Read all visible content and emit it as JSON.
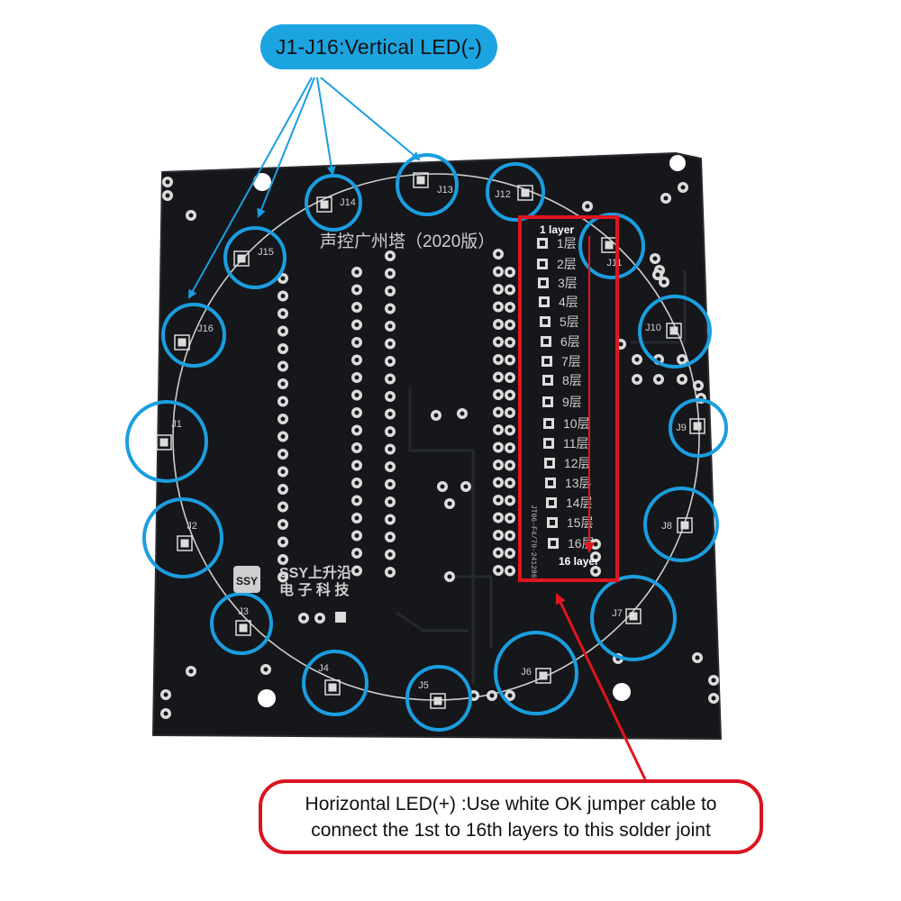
{
  "callouts": {
    "vertical": "J1-J16:Vertical LED(-)",
    "horizontal_line1": "Horizontal LED(+) :Use white OK jumper cable to",
    "horizontal_line2": "connect the 1st to 16th layers to this solder joint"
  },
  "board": {
    "title": "声控广州塔（2020版）",
    "brand_en": "SSY上升沿",
    "brand_cn": "电 子 科 技",
    "logo_mark": "SSY",
    "part_code": "JT06-F4/79-241286"
  },
  "jumpers": [
    "J1",
    "J2",
    "J3",
    "J4",
    "J5",
    "J6",
    "J7",
    "J8",
    "J9",
    "J10",
    "J11",
    "J12",
    "J13",
    "J14",
    "J15",
    "J16"
  ],
  "layers": {
    "top_label": "1 layer",
    "bottom_label": "16 layer",
    "items": [
      "1层",
      "2层",
      "3层",
      "4层",
      "5层",
      "6层",
      "7层",
      "8层",
      "9层",
      "10层",
      "11层",
      "12层",
      "13层",
      "14层",
      "15层",
      "16层"
    ]
  },
  "colors": {
    "pcb": "#16171b",
    "silk": "#d8d8d8",
    "circle_blue": "#1b9ee0",
    "highlight_red": "#e0151e"
  }
}
